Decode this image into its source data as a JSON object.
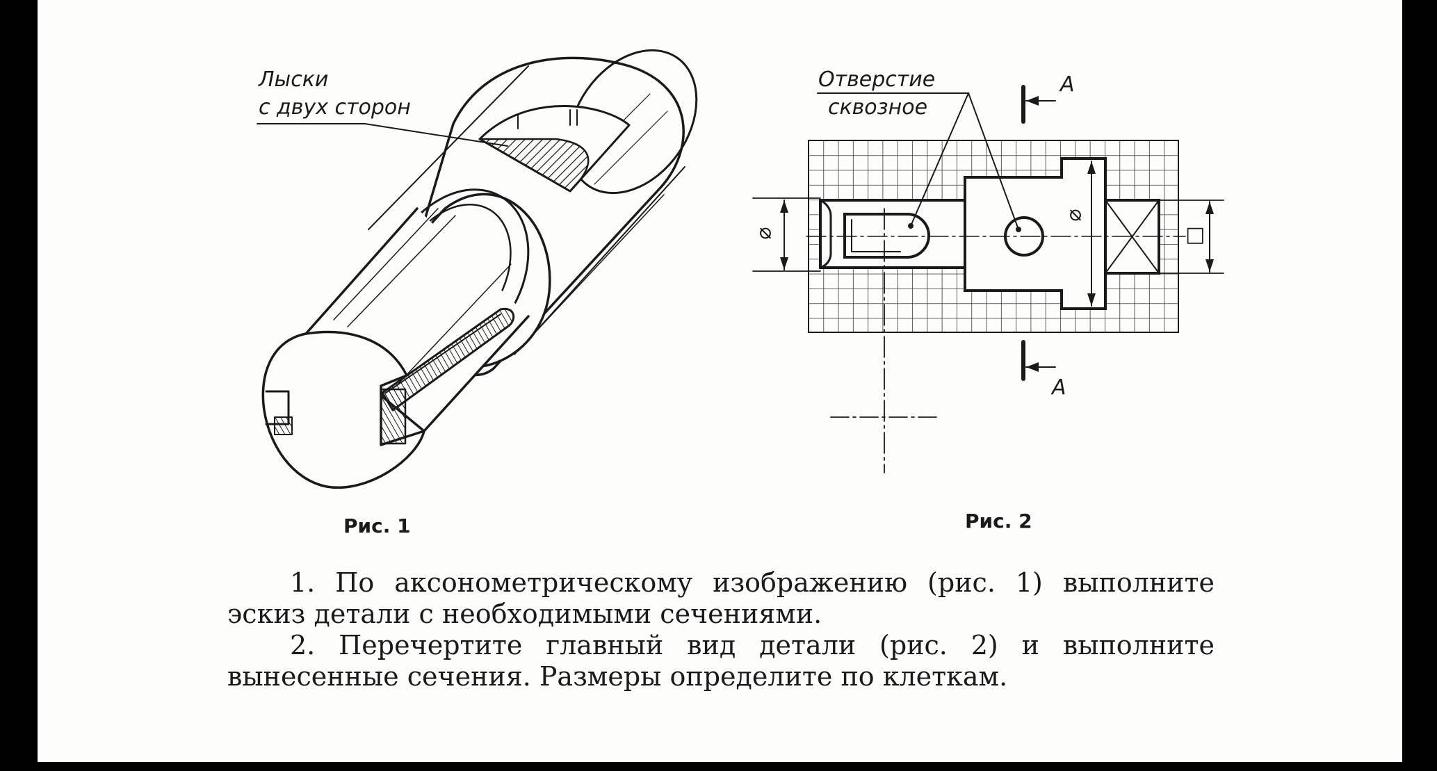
{
  "figure1": {
    "caption": "Рис. 1",
    "label_line1": "Лыски",
    "label_line2": "с двух сторон"
  },
  "figure2": {
    "caption": "Рис. 2",
    "label_line1": "Отверстие",
    "label_line2": "сквозное",
    "section_top": "А",
    "section_bottom": "А",
    "dim_left": "⌀",
    "dim_right": "⌀",
    "dim_square": "□"
  },
  "tasks": {
    "item1": "1. По аксонометрическому изображению (рис. 1) выполните эскиз детали с необходимыми сечениями.",
    "item2": "2. Перечертите главный вид детали (рис. 2) и выполните вынесенные сечения. Размеры определите по клеткам."
  }
}
